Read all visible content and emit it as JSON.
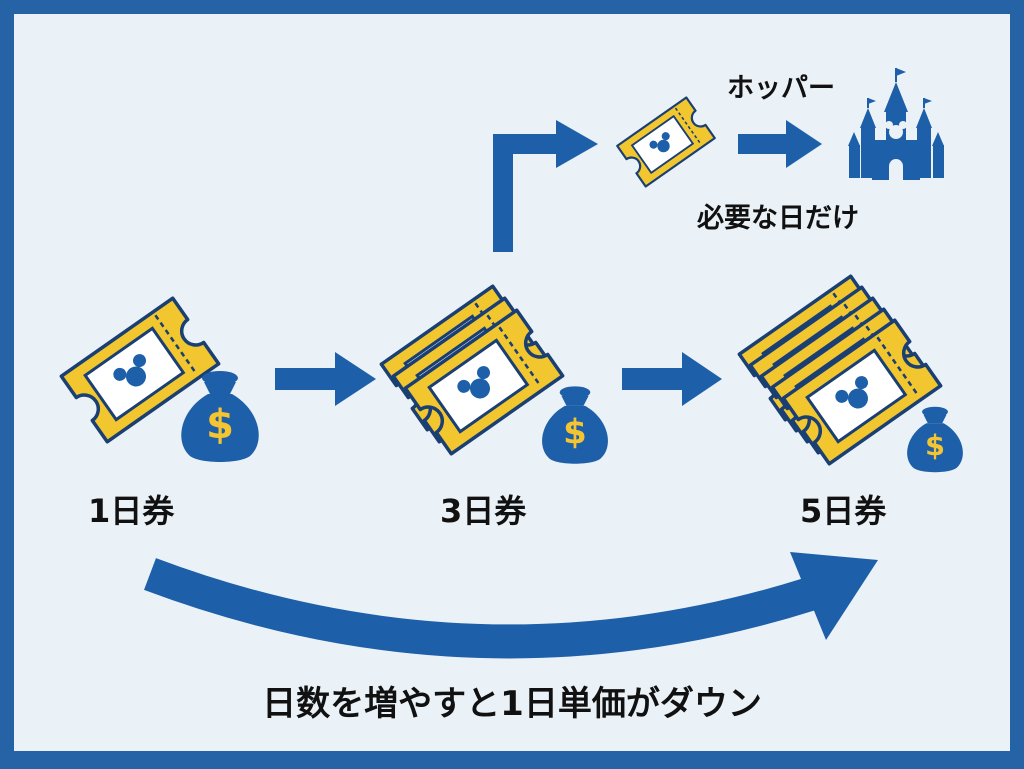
{
  "labels": {
    "one_day": "1日券",
    "three_day": "3日券",
    "five_day": "5日券",
    "hopper": "ホッパー",
    "needed_days": "必要な日だけ",
    "caption": "日数を増やすと1日単価がダウン"
  },
  "icons": {
    "ticket": "ticket-icon",
    "money_bag": "money-bag-icon",
    "castle": "castle-icon",
    "arrow": "arrow-icon"
  },
  "colors": {
    "frame": "#2563a6",
    "background": "#eaf1f7",
    "primary_blue": "#1d5fa8",
    "ticket_gold": "#f2c62f",
    "ticket_white": "#ffffff",
    "ticket_outline": "#1a3f73",
    "coin_gold": "#f5c431",
    "text": "#111111"
  }
}
